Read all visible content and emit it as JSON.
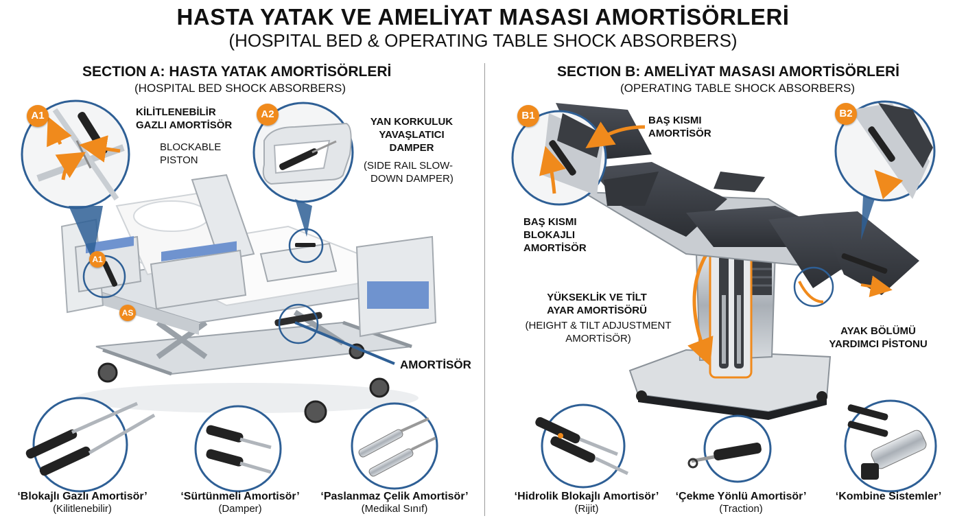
{
  "header": {
    "title": "HASTA YATAK VE AMELİYAT MASASI AMORTİSÖRLERİ",
    "subtitle": "(HOSPITAL BED & OPERATING TABLE SHOCK ABSORBERS)"
  },
  "section_a": {
    "title": "SECTION A: HASTA YATAK AMORTİSÖRLERİ",
    "subtitle": "(HOSPITAL BED SHOCK ABSORBERS)",
    "callout_a1": {
      "badge": "A1",
      "label_line1": "KİLİTLENEBİLİR",
      "label_line2": "GAZLI AMORTİSÖR",
      "sub_line1": "BLOCKABLE",
      "sub_line2": "PISTON"
    },
    "callout_a2": {
      "badge": "A2",
      "label_line1": "YAN KORKULUK",
      "label_line2": "YAVAŞLATICI",
      "label_line3": "DAMPER",
      "sub_line1": "(SIDE RAIL SLOW-",
      "sub_line2": "DOWN DAMPER)"
    },
    "marker_a1": "A1",
    "marker_a3": "AS",
    "amortisor_label": "AMORTİSÖR",
    "products": [
      {
        "name": "‘Blokajlı Gazlı Amortisör’",
        "sub": "(Kilitlenebilir)"
      },
      {
        "name": "‘Sürtünmeli Amortisör’",
        "sub": "(Damper)"
      },
      {
        "name": "‘Paslanmaz Çelik Amortisör’",
        "sub": "(Medikal Sınıf)"
      }
    ]
  },
  "section_b": {
    "title": "SECTION B: AMELİYAT MASASI AMORTİSÖRLERİ",
    "subtitle": "(OPERATING TABLE SHOCK ABSORBERS)",
    "callout_b1": {
      "badge": "B1",
      "head_line1": "BAŞ KISMI",
      "head_line2": "AMORTİSÖR",
      "block_line1": "BAŞ KISMI",
      "block_line2": "BLOKAJLI",
      "block_line3": "AMORTİSÖR"
    },
    "callout_b2": {
      "badge": "B2"
    },
    "height_tilt": {
      "line1": "YÜKSEKLİK VE TİLT",
      "line2": "AYAR AMORTİSÖRÜ",
      "sub_line1": "(HEIGHT & TILT ADJUSTMENT",
      "sub_line2": "AMORTİSÖR)"
    },
    "foot": {
      "line1": "AYAK BÖLÜMÜ",
      "line2": "YARDIMCI PİSTONU"
    },
    "products": [
      {
        "name": "‘Hidrolik Blokajlı Amortisör’",
        "sub": "(Rijit)"
      },
      {
        "name": "‘Çekme Yönlü Amortisör’",
        "sub": "(Traction)"
      },
      {
        "name": "‘Kombine Sistemler’",
        "sub": ""
      }
    ]
  },
  "colors": {
    "accent": "#f08a1c",
    "callout_line": "#2e5f95",
    "bed_blue": "#6f93cf",
    "table_pad": "#3b3e44",
    "steel": "#b9bec4"
  }
}
